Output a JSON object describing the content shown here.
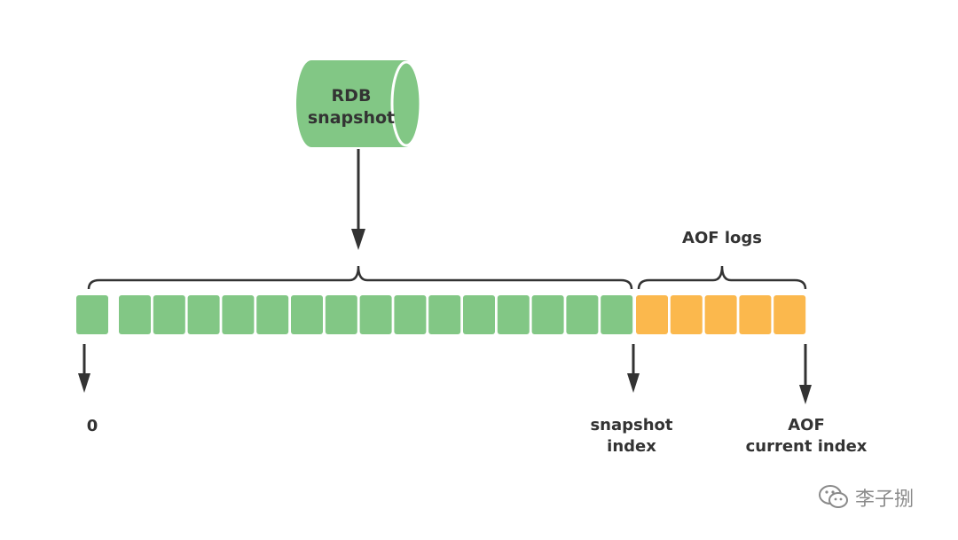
{
  "rdb_snapshot": {
    "line1": "RDB",
    "line2": "snapshot"
  },
  "aof_logs_label": "AOF logs",
  "log_entries": {
    "snapshot_count": 16,
    "aof_count": 5
  },
  "markers": {
    "zero": "0",
    "snapshot_index": {
      "line1": "snapshot",
      "line2": "index"
    },
    "aof_current_index": {
      "line1": "AOF",
      "line2": "current index"
    }
  },
  "watermark": {
    "text": "李子捌",
    "icon": "wechat-icon"
  },
  "colors": {
    "snapshot_green": "#82c785",
    "aof_orange": "#fbb84d",
    "text": "#333333",
    "arrow": "#333333"
  }
}
